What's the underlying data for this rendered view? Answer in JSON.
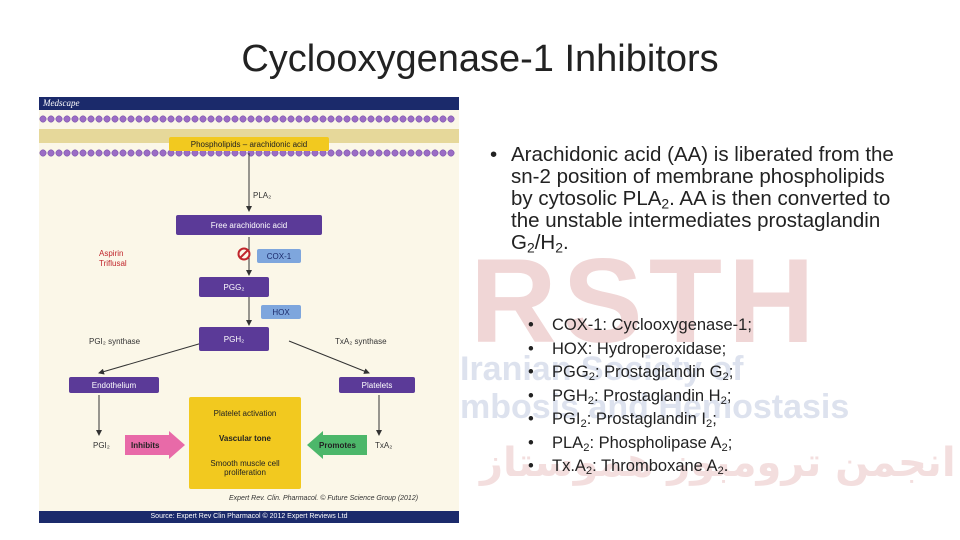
{
  "title": "Cyclooxygenase-1 Inhibitors",
  "watermark": {
    "logo": "RSTH",
    "line1": "Iranian Society of",
    "line2": "mbosis and Hemostasis",
    "line3": "انجمن ترومبوز هموستاز"
  },
  "figure": {
    "header": "Medscape",
    "phospholipids": "Phospholipids – arachidonic acid",
    "pla2": "PLA₂",
    "free_aa": "Free arachidonic acid",
    "aspirin": "Aspirin",
    "triflusal": "Triflusal",
    "cox1": "COX-1",
    "pgg2": "PGG₂",
    "hox": "HOX",
    "pgh2": "PGH₂",
    "pgi2_synthase": "PGI₂ synthase",
    "txa2_synthase": "TxA₂ synthase",
    "endothelium": "Endothelium",
    "platelets": "Platelets",
    "platelet_activation": "Platelet activation",
    "vascular_tone": "Vascular tone",
    "smooth_muscle": "Smooth muscle cell proliferation",
    "pgi2": "PGI₂",
    "inhibits": "Inhibits",
    "promotes": "Promotes",
    "txa2": "TxA₂",
    "credit": "Expert Rev. Clin. Pharmacol. © Future Science Group (2012)",
    "footer": "Source: Expert Rev Clin Pharmacol © 2012 Expert Reviews Ltd"
  },
  "main_bullet": {
    "bullet": "•",
    "text_html": "Arachidonic acid (AA) is liberated from the sn-2 position of membrane phospholipids by cytosolic PLA<sub>2</sub>. AA is then converted to the unstable intermediates prostaglandin G<sub>2</sub>/H<sub>2</sub>."
  },
  "definitions": [
    {
      "html": "COX-1: Cyclooxygenase-1;"
    },
    {
      "html": "HOX: Hydroperoxidase;"
    },
    {
      "html": "PGG<sub>2</sub>: Prostaglandin G<sub>2</sub>;"
    },
    {
      "html": "PGH<sub>2</sub>: Prostaglandin H<sub>2</sub>;"
    },
    {
      "html": "PGI<sub>2</sub>: Prostaglandin I<sub>2</sub>;"
    },
    {
      "html": "PLA<sub>2</sub>: Phospholipase A<sub>2</sub>;"
    },
    {
      "html": "Tx.A<sub>2</sub>: Thromboxane A<sub>2</sub>."
    }
  ],
  "colors": {
    "purple": "#5b3a98",
    "light_blue": "#7ea6dd",
    "yellow": "#f2c91f",
    "pink": "#e86aa8",
    "green": "#4cb76a",
    "navy": "#1b2a6b"
  }
}
